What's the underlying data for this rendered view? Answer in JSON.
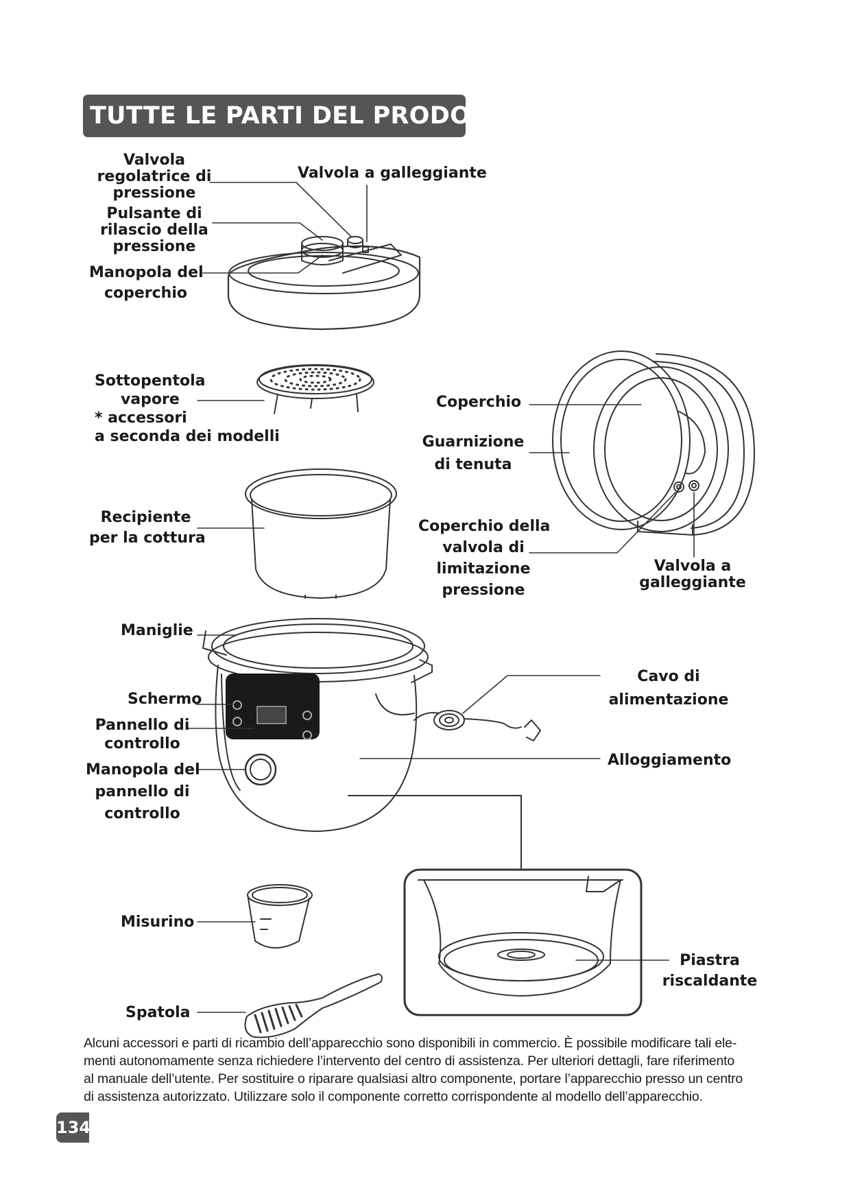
{
  "title": "TUTTE LE PARTI DEL PRODOTTO",
  "labels": {
    "valvola_regolatrice": [
      "Valvola",
      "regolatrice di",
      "pressione"
    ],
    "valvola_galleggiante_top": "Valvola a galleggiante",
    "pulsante_rilascio": [
      "Pulsante di",
      "rilascio della",
      "pressione"
    ],
    "manopola_coperchio": [
      "Manopola del",
      "coperchio"
    ],
    "sottopentola": [
      "Sottopentola",
      "vapore",
      "* accessori",
      "a seconda dei modelli"
    ],
    "coperchio": "Coperchio",
    "guarnizione": [
      "Guarnizione",
      "di tenuta"
    ],
    "recipiente": [
      "Recipiente",
      "per la cottura"
    ],
    "coperchio_valvola": [
      "Coperchio della",
      "valvola di",
      "limitazione",
      "pressione"
    ],
    "valvola_galleggiante_right": [
      "Valvola a",
      "galleggiante"
    ],
    "maniglie": "Maniglie",
    "cavo": [
      "Cavo di",
      "alimentazione"
    ],
    "schermo": "Schermo",
    "pannello": [
      "Pannello di",
      "controllo"
    ],
    "alloggiamento": "Alloggiamento",
    "manopola_pannello": [
      "Manopola del",
      "pannello di",
      "controllo"
    ],
    "misurino": "Misurino",
    "piastra": [
      "Piastra",
      "riscaldante"
    ],
    "spatola": "Spatola"
  },
  "footnote": [
    "Alcuni accessori e parti di ricambio dell’apparecchio sono disponibili in commercio. È possibile modificare tali ele-",
    "menti autonomamente senza richiedere l’intervento del centro di assistenza. Per ulteriori dettagli, fare riferimento",
    "al manuale dell’utente. Per sostituire o riparare qualsiasi altro componente, portare l’apparecchio presso un centro",
    "di assistenza autorizzato. Utilizzare solo il componente corretto corrispondente al modello dell’apparecchio."
  ],
  "page_number": "134",
  "colors": {
    "title_bg": "#555555",
    "ink": "#1a1a1a"
  }
}
